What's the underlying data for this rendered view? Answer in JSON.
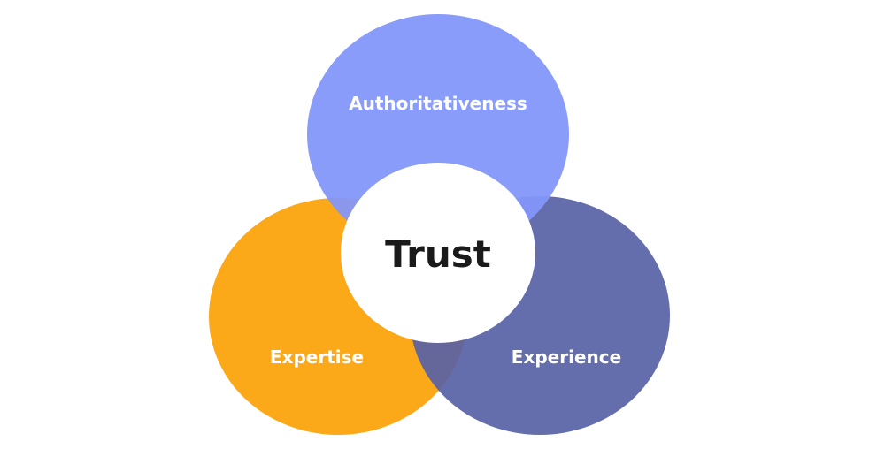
{
  "diagram": {
    "top_circle_label": "Authoritativeness",
    "left_circle_label": "Expertise",
    "right_circle_label": "Experience",
    "center_label": "Trust"
  },
  "colors": {
    "top_circle": "#8396f9",
    "left_circle": "#fba819",
    "right_circle": "#5862a5",
    "center_circle": "#ffffff",
    "center_text": "#1a1a1a",
    "circle_text": "#ffffff"
  }
}
